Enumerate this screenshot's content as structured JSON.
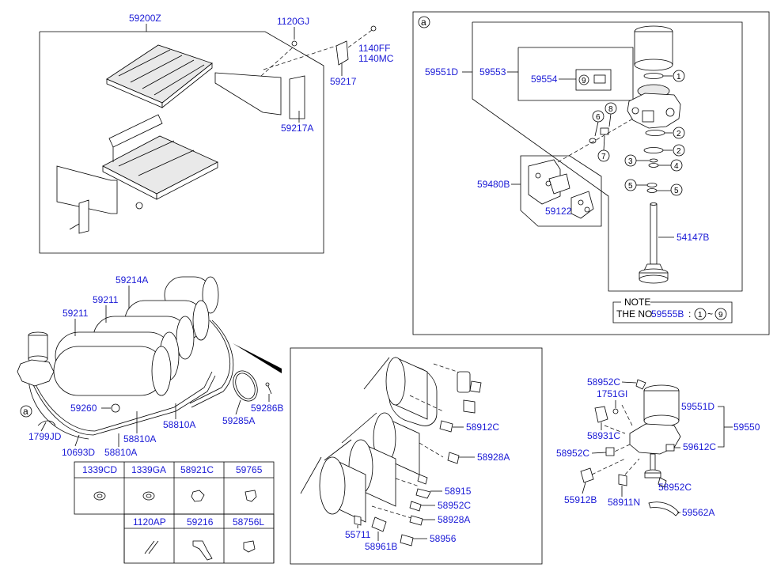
{
  "callouts": {
    "p59200Z": "59200Z",
    "p1120GJ": "1120GJ",
    "p1140FF": "1140FF",
    "p1140MC": "1140MC",
    "p59217": "59217",
    "p59217A": "59217A",
    "a_marker": "a",
    "p59551D": "59551D",
    "p59553": "59553",
    "p59554": "59554",
    "p59480B": "59480B",
    "p59122": "59122",
    "p54147B": "54147B",
    "note_title": "NOTE",
    "note_prefix": "THE NO.",
    "note_part": "59555B",
    "note_range_from": "1",
    "note_tilde": "~",
    "note_range_to": "9",
    "n1": "1",
    "n2a": "2",
    "n2b": "2",
    "n3": "3",
    "n4": "4",
    "n5a": "5",
    "n5b": "5",
    "n6": "6",
    "n7": "7",
    "n8": "8",
    "n9": "9",
    "p59214A": "59214A",
    "p59211a": "59211",
    "p59211b": "59211",
    "p59260": "59260",
    "p58810A1": "58810A",
    "p58810A2": "58810A",
    "p58810A3": "58810A",
    "p59285A": "59285A",
    "p59286B": "59286B",
    "p1799JD": "1799JD",
    "p10693D": "10693D",
    "p58912C": "58912C",
    "p58928A1": "58928A",
    "p58915": "58915",
    "p58952Cm": "58952C",
    "p58928A2": "58928A",
    "p58956": "58956",
    "p55711": "55711",
    "p58961B": "58961B",
    "p58952C1": "58952C",
    "p1751GI": "1751GI",
    "p58931C": "58931C",
    "p58952C2": "58952C",
    "p59551D_r": "59551D",
    "p59550": "59550",
    "p59612C": "59612C",
    "p58952C3": "58952C",
    "p55912B": "55912B",
    "p58911N": "58911N",
    "p59562A": "59562A"
  },
  "parts_table": {
    "row1": [
      "1339CD",
      "1339GA",
      "58921C",
      "59765"
    ],
    "row2": [
      "1120AP",
      "59216",
      "58756L"
    ]
  }
}
